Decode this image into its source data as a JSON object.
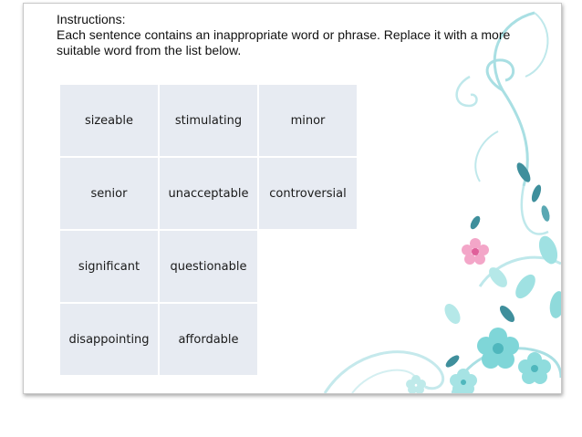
{
  "instructions": {
    "heading": "Instructions:",
    "line1": "Each sentence contains an inappropriate word or phrase. Replace it with a more",
    "line2": "suitable word from the list below."
  },
  "word_list": [
    [
      "sizeable",
      "stimulating",
      "minor"
    ],
    [
      "senior",
      "unacceptable",
      "controversial"
    ],
    [
      "significant",
      "questionable",
      ""
    ],
    [
      "disappointing",
      "affordable",
      ""
    ]
  ],
  "colors": {
    "cell_fill": "#e7ebf2",
    "flower_teal": "#7fd6d8",
    "flower_pink": "#f3a6c8",
    "leaf_teal": "#3f8f9c"
  },
  "decoration_icon": "floral-vine-icon"
}
